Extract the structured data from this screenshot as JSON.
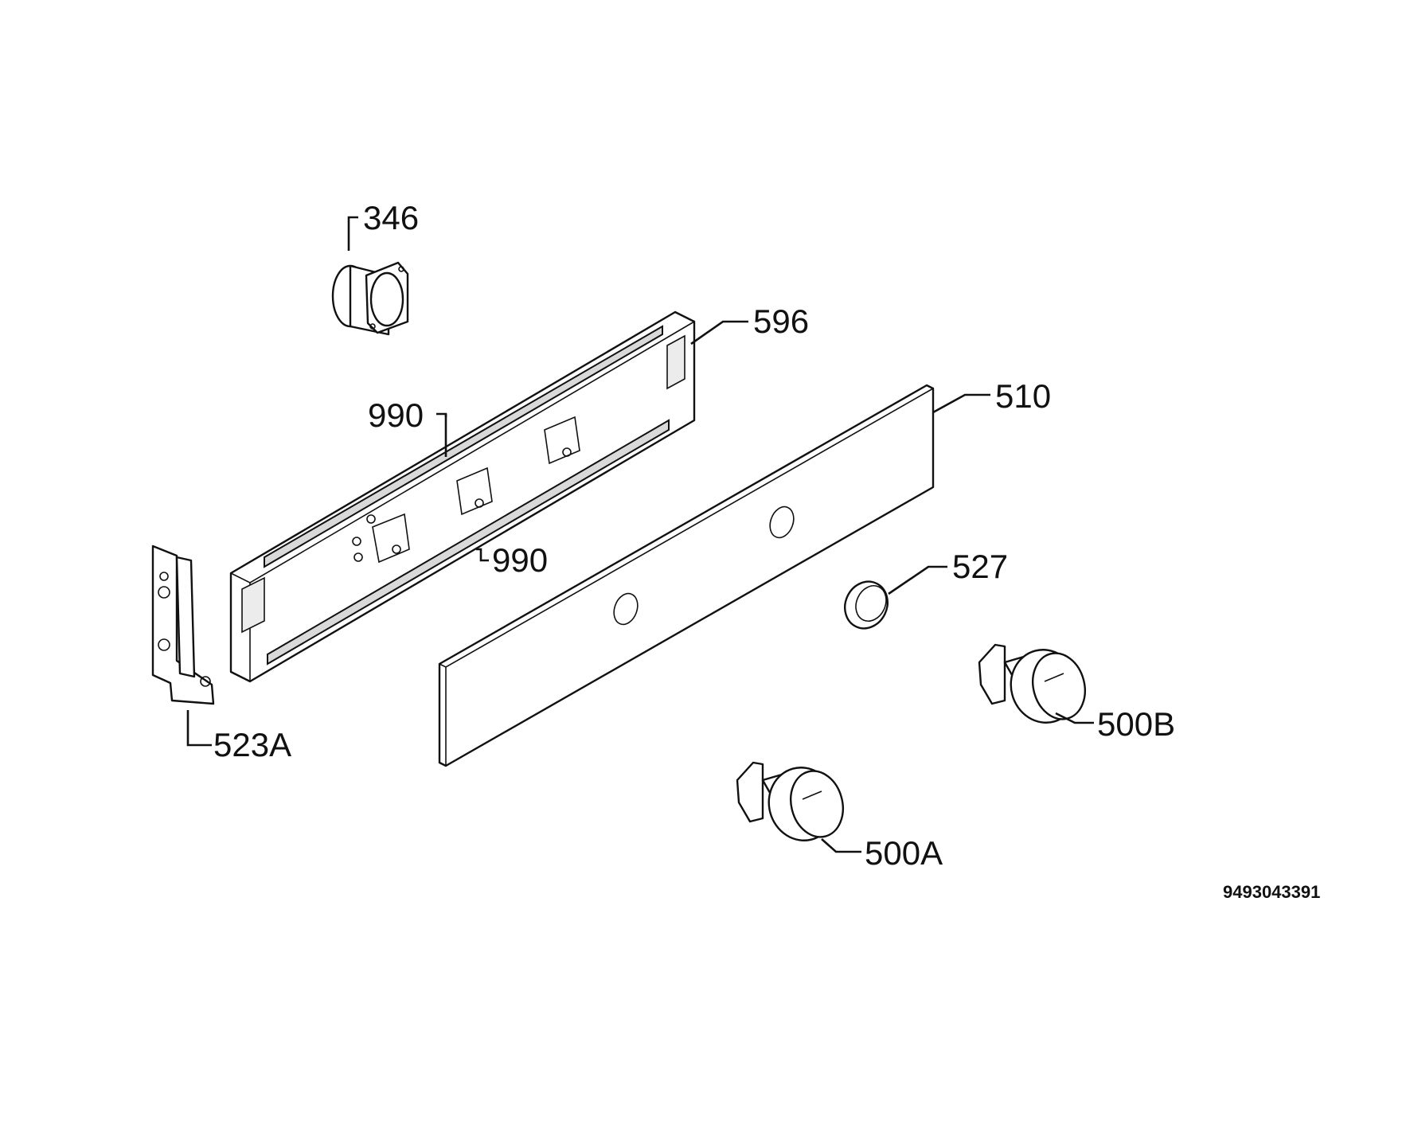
{
  "diagram": {
    "callouts": [
      {
        "id": "346",
        "text": "346"
      },
      {
        "id": "596",
        "text": "596"
      },
      {
        "id": "990a",
        "text": "990"
      },
      {
        "id": "990b",
        "text": "990"
      },
      {
        "id": "510",
        "text": "510"
      },
      {
        "id": "527",
        "text": "527"
      },
      {
        "id": "523A",
        "text": "523A"
      },
      {
        "id": "500B",
        "text": "500B"
      },
      {
        "id": "500A",
        "text": "500A"
      }
    ],
    "drawing_number": "9493043391"
  }
}
